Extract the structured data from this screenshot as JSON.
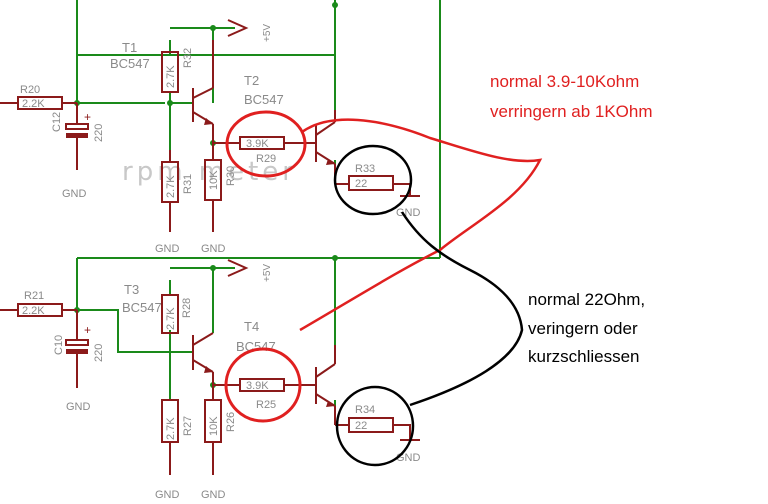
{
  "watermark": "rpm meter",
  "annotations": {
    "red_line1": "normal 3.9-10Kohm",
    "red_line2": "verringern ab 1KOhm",
    "black_line1": "normal 22Ohm,",
    "black_line2": "veringern oder",
    "black_line3": "kurzschliessen"
  },
  "top": {
    "t1": "T1",
    "t1_type": "BC547",
    "t2": "T2",
    "t2_type": "BC547",
    "r20": "R20",
    "r20_val": "2.2K",
    "c12": "C12",
    "c12_val": "220",
    "r32": "R32",
    "r32_val": "2.7K",
    "r31": "R31",
    "r31_val": "2.7K",
    "r30": "R30",
    "r30_val": "10K",
    "r29": "R29",
    "r29_val": "3.9K",
    "r33": "R33",
    "r33_val": "22",
    "vcc": "+5V",
    "gnd": "GND"
  },
  "bottom": {
    "t3": "T3",
    "t3_type": "BC547",
    "t4": "T4",
    "t4_type": "BC547",
    "r21": "R21",
    "r21_val": "2.2K",
    "c10": "C10",
    "c10_val": "220",
    "r28": "R28",
    "r28_val": "2.7K",
    "r27": "R27",
    "r27_val": "2.7K",
    "r26": "R26",
    "r26_val": "10K",
    "r25": "R25",
    "r25_val": "3.9K",
    "r34": "R34",
    "r34_val": "22",
    "vcc": "+5V",
    "gnd": "GND"
  }
}
